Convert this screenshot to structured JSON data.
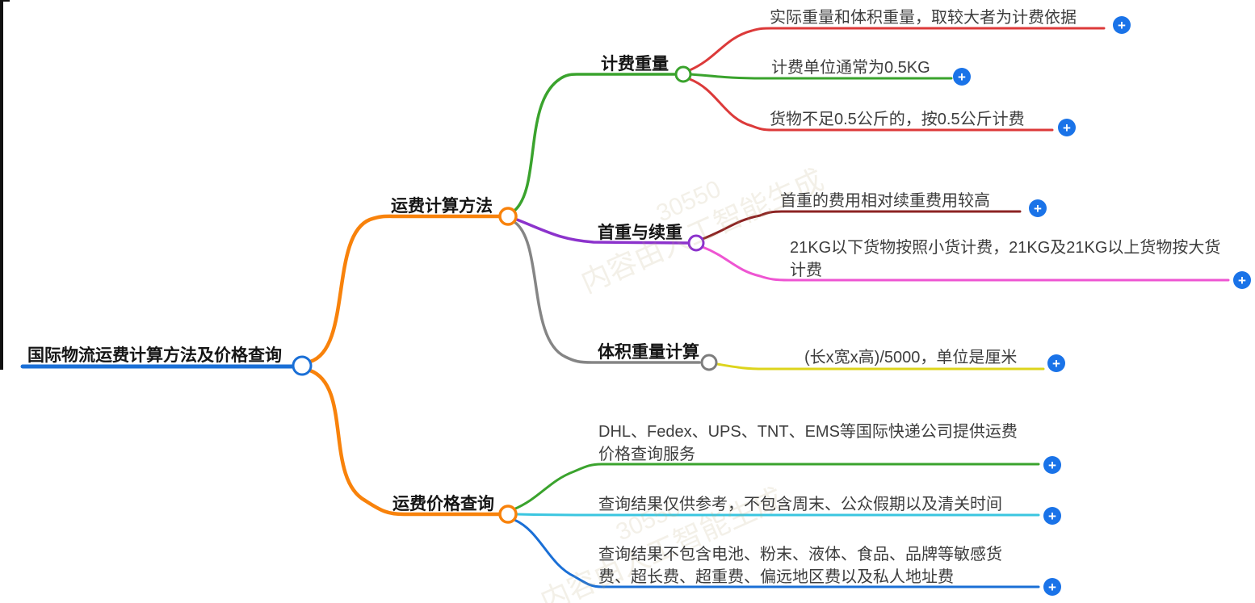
{
  "mindmap": {
    "root": {
      "label": "国际物流运费计算方法及价格查询"
    },
    "branches": [
      {
        "label": "运费计算方法",
        "children": [
          {
            "label": "计费重量",
            "leaves": [
              "实际重量和体积重量，取较大者为计费依据",
              "计费单位通常为0.5KG",
              "货物不足0.5公斤的，按0.5公斤计费"
            ]
          },
          {
            "label": "首重与续重",
            "leaves": [
              "首重的费用相对续重费用较高",
              "21KG以下货物按照小货计费，21KG及21KG以上货物按大货计费"
            ]
          },
          {
            "label": "体积重量计算",
            "leaves": [
              "(长x宽x高)/5000，单位是厘米"
            ]
          }
        ]
      },
      {
        "label": "运费价格查询",
        "leaves": [
          "DHL、Fedex、UPS、TNT、EMS等国际快递公司提供运费价格查询服务",
          "查询结果仅供参考，不包含周末、公众假期以及清关时间",
          "查询结果不包含电池、粉末、液体、食品、品牌等敏感货费、超长费、超重费、偏远地区费以及私人地址费"
        ]
      }
    ]
  },
  "icons": {
    "plus": "+"
  },
  "colors": {
    "root_blue": "#1a6fd6",
    "orange": "#f8820b",
    "green": "#3aa32d",
    "red": "#dc3a3a",
    "dark_red": "#8c2323",
    "purple": "#8c33cc",
    "magenta": "#ee55d2",
    "gray": "#858585",
    "yellow": "#ddd41c",
    "cyan": "#3bc6e0",
    "blue": "#1a6fd6",
    "plus_button": "#1a73e8"
  },
  "watermark": {
    "code": "30550",
    "text": "内容由人工智能生成"
  }
}
